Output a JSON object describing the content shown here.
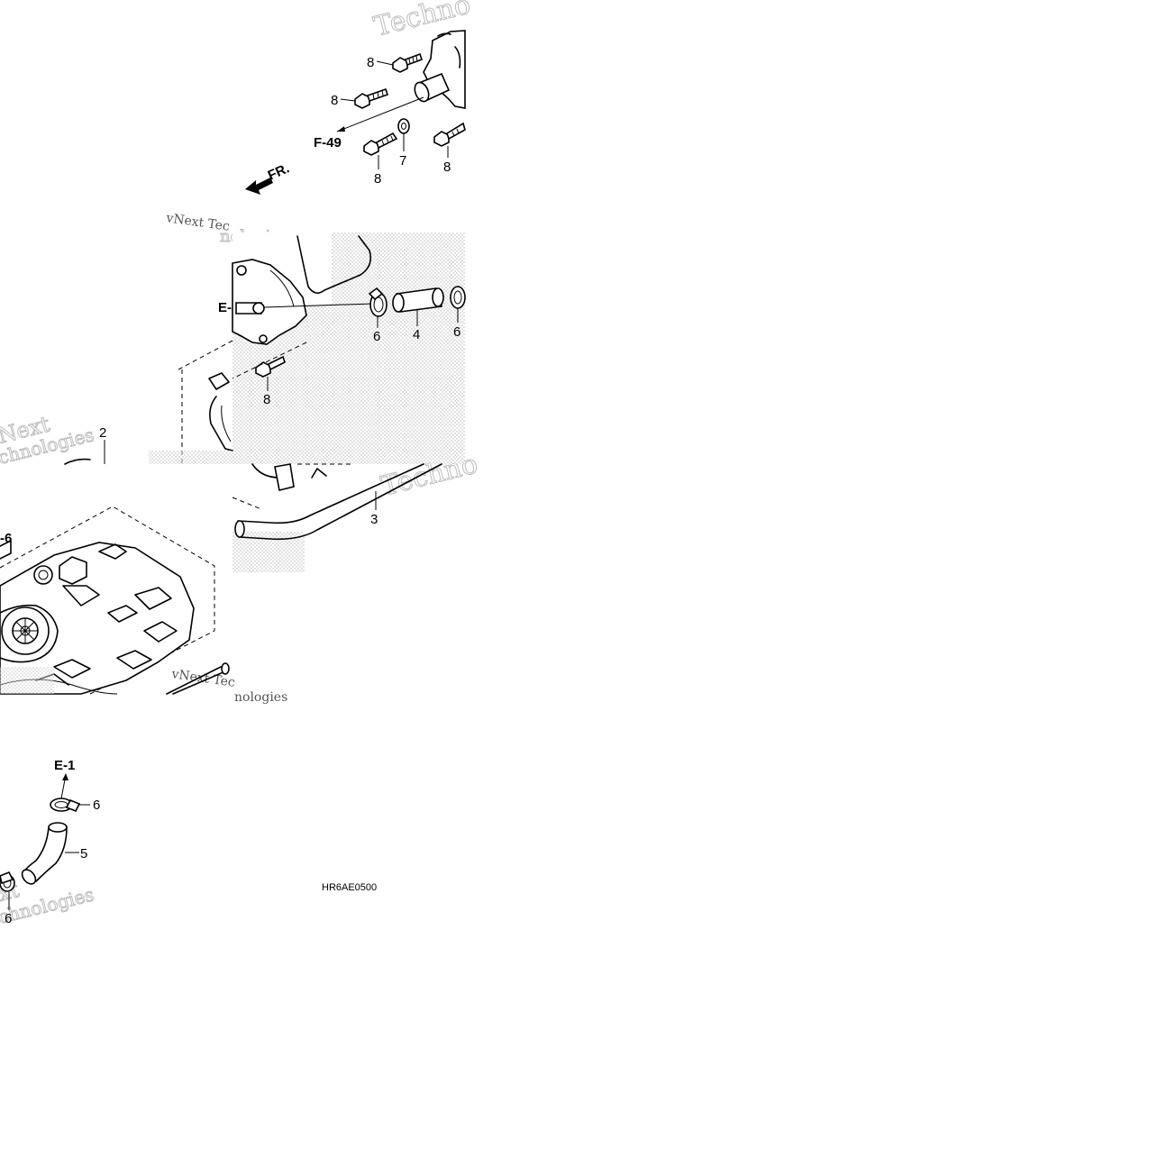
{
  "diagram": {
    "drawing_code": "HR6AE0500",
    "direction_label": "FR.",
    "references": {
      "f49": "F-49",
      "e1_top": "E-1",
      "e1_left": "E-",
      "e16_left": "-6"
    },
    "callouts": {
      "bolt_top_a": "8",
      "bolt_top_b": "8",
      "bolt_bottom_left": "8",
      "washer": "7",
      "bolt_bottom_right": "8",
      "clamp_left": "6",
      "hose_short": "4",
      "clamp_right": "6",
      "bolt_cover": "8",
      "gasket": "2",
      "pipe": "3",
      "clamp_lower": "6",
      "hose_lower": "5",
      "clamp_bottom": "6"
    },
    "watermarks": {
      "tech_top": "Techno",
      "vnext_a": "vNext Tec",
      "logies_a": "nologies",
      "next_left": "Next",
      "logies_left": "chnologies",
      "tech_mid": "Techno",
      "vnext_b": "vNext Tec",
      "logies_b": "nologies",
      "next_bottom": "xt",
      "logies_bottom": "chnologies"
    }
  }
}
